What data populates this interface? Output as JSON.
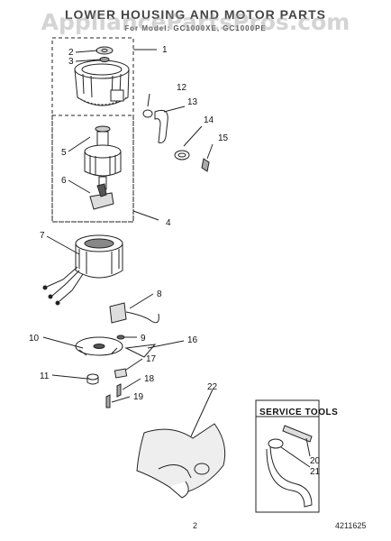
{
  "header": {
    "title": "LOWER HOUSING AND MOTOR PARTS",
    "subtitle": "For Model: GC1000XE, GC1000PE",
    "watermark": "AppliancePartsPros.com"
  },
  "callouts": [
    "1",
    "2",
    "3",
    "4",
    "5",
    "6",
    "7",
    "8",
    "9",
    "10",
    "11",
    "12",
    "13",
    "14",
    "15",
    "16",
    "17",
    "18",
    "19",
    "20",
    "21",
    "22"
  ],
  "service_box": {
    "title": "SERVICE TOOLS"
  },
  "footer": {
    "page": "2",
    "doc_number": "4211625"
  }
}
